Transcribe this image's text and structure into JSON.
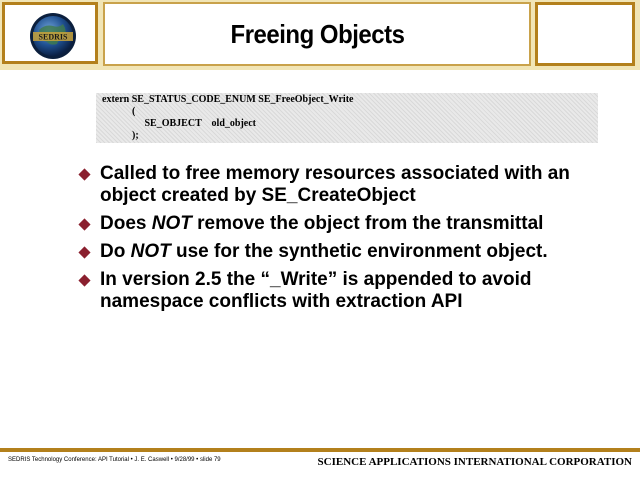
{
  "header": {
    "title": "Freeing Objects",
    "logo_text": "SEDRIS"
  },
  "code": {
    "lines": [
      "extern SE_STATUS_CODE_ENUM SE_FreeObject_Write",
      "            (",
      "                 SE_OBJECT    old_object",
      "            );"
    ]
  },
  "bullets": [
    {
      "text_a": "Called to free memory resources associated with an object created by SE_CreateObject"
    },
    {
      "text_a": "Does ",
      "emph": "NOT",
      "text_b": " remove the object from the transmittal"
    },
    {
      "text_a": "Do ",
      "emph": "NOT",
      "text_b": " use for the synthetic environment object."
    },
    {
      "text_a": "In version 2.5 the “_Write” is appended to avoid namespace conflicts with extraction API"
    }
  ],
  "footer": {
    "left": "SEDRIS Technology Conference: API Tutorial • J. E. Caswell • 9/28/99 • slide 79",
    "right": "SCIENCE APPLICATIONS INTERNATIONAL CORPORATION"
  },
  "colors": {
    "header_band": "#f1e5b6",
    "frame": "#b3801c",
    "bullet": "#8a1f2e",
    "code_bg": "#e9e9e9"
  }
}
